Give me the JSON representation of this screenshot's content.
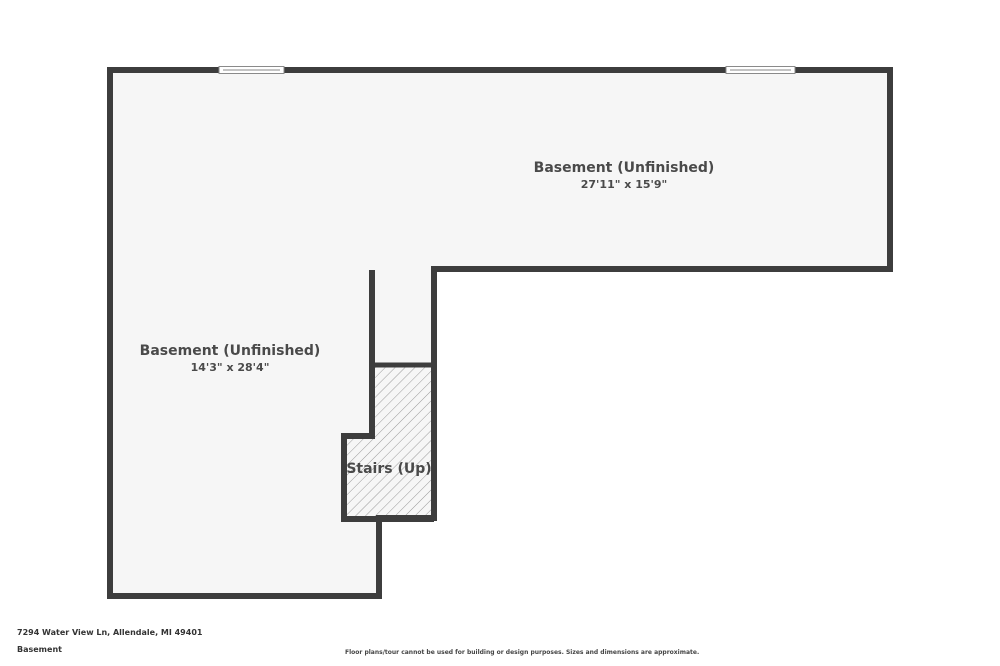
{
  "rooms": [
    {
      "name": "Basement (Unfinished)",
      "dimensions": "27'11\" x 15'9\""
    },
    {
      "name": "Basement (Unfinished)",
      "dimensions": "14'3\" x 28'4\""
    }
  ],
  "stairs": {
    "label": "Stairs (Up)"
  },
  "footer": {
    "address": "7294 Water View Ln, Allendale, MI 49401",
    "level": "Basement",
    "disclaimer": "Floor plans/tour cannot be used for building or design purposes. Sizes and dimensions are approximate."
  },
  "colors": {
    "wall": "#3d3d3d",
    "floor": "#f6f6f6",
    "text": "#4a4a4a"
  }
}
